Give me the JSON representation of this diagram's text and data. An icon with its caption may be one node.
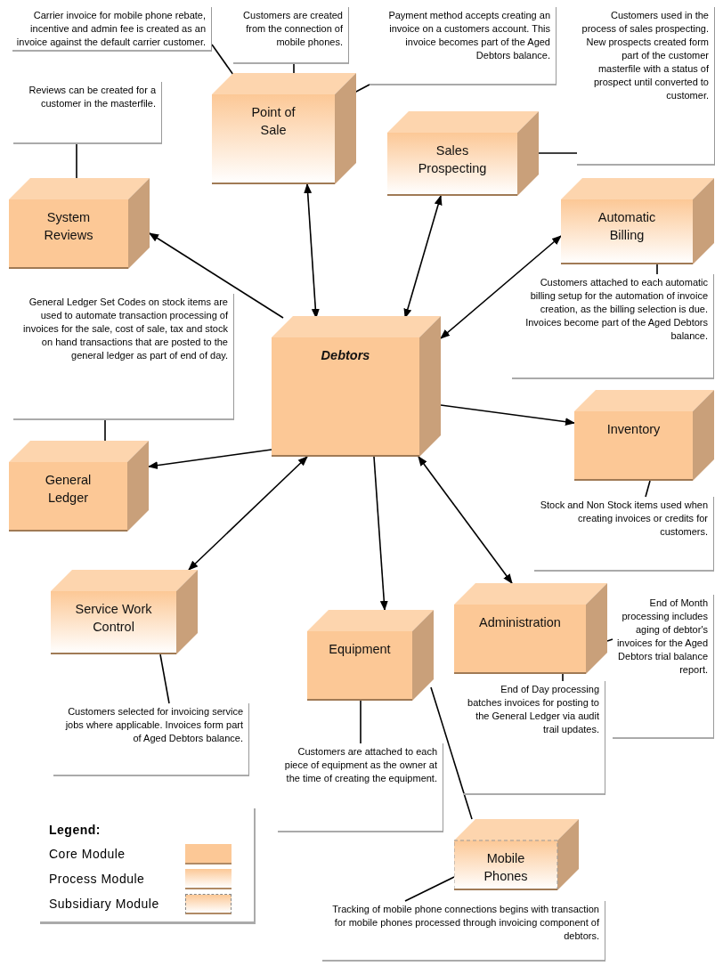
{
  "diagram": {
    "nodes": [
      {
        "text": [
          "Carrier invoice for mobile phone rebate, incentive and admin fee is created as an invoice against the default carrier customer."
        ]
      },
      {
        "text": [
          "Customers are created from the connection of mobile phones."
        ]
      },
      {
        "text": [
          "Payment method accepts creating an invoice on a customers account.  This invoice becomes part of the Aged Debtors balance."
        ]
      },
      {
        "text": [
          "Customers used in the process of sales prospecting.  New prospects created form part of the customer masterfile with a status of prospect until converted to customer."
        ]
      },
      {
        "text": [
          "Point of Sale"
        ]
      },
      {
        "text": [
          "Sales Prospecting"
        ]
      },
      {
        "text": [
          "Reviews can be created for a customer in the masterfile."
        ]
      },
      {
        "text": [
          "System Reviews"
        ]
      },
      {
        "text": [
          "Automatic Billing"
        ]
      },
      {
        "text": [
          "General Ledger Set Codes on stock items are used to automate transaction processing of invoices for the sale, cost of sale, tax and stock on hand transactions that are posted to the general ledger as part of end of day."
        ]
      },
      {
        "text": [
          "Debtors"
        ]
      },
      {
        "text": [
          "Customers attached to each automatic billing setup for the automation of invoice creation, as the billing selection is due. Invoices become part of the Aged Debtors balance."
        ]
      },
      {
        "text": [
          "Inventory"
        ]
      },
      {
        "text": [
          "General Ledger"
        ]
      },
      {
        "text": [
          "Stock and Non Stock items used when creating invoices or credits for customers."
        ]
      },
      {
        "text": [
          "Service Work Control"
        ]
      },
      {
        "text": [
          "Administration"
        ]
      },
      {
        "text": [
          "End of Month processing includes aging of debtor's invoices for the Aged Debtors trial balance report."
        ]
      },
      {
        "text": [
          "Equipment"
        ]
      },
      {
        "text": [
          "Customers selected for invoicing service jobs where applicable. Invoices form part of Aged Debtors balance."
        ]
      },
      {
        "text": [
          "End of Day processing batches invoices for posting to the General Ledger via audit trail updates."
        ]
      },
      {
        "text": [
          "Customers are attached to each piece of equipment as the owner at the time of creating the equipment."
        ]
      },
      {
        "text": [
          "Mobile Phones"
        ]
      },
      {
        "text": [
          "Tracking of mobile phone connections begins with transaction for mobile phones processed through invoicing component of debtors."
        ]
      }
    ],
    "edges": [
      {
        "from": 10,
        "to": 7,
        "arrow": "to"
      },
      {
        "from": 10,
        "to": 4,
        "arrow": "both"
      },
      {
        "from": 10,
        "to": 5,
        "arrow": "both"
      },
      {
        "from": 10,
        "to": 8,
        "arrow": "both"
      },
      {
        "from": 10,
        "to": 12,
        "arrow": "to"
      },
      {
        "from": 10,
        "to": 13,
        "arrow": "to"
      },
      {
        "from": 10,
        "to": 15,
        "arrow": "both"
      },
      {
        "from": 10,
        "to": 18,
        "arrow": "to"
      },
      {
        "from": 10,
        "to": 16,
        "arrow": "both"
      },
      {
        "from": 0,
        "to": 4,
        "arrow": "none"
      },
      {
        "from": 1,
        "to": 4,
        "arrow": "none"
      },
      {
        "from": 2,
        "to": 4,
        "arrow": "none"
      },
      {
        "from": 3,
        "to": 5,
        "arrow": "none"
      },
      {
        "from": 6,
        "to": 7,
        "arrow": "none"
      },
      {
        "from": 9,
        "to": 13,
        "arrow": "none"
      },
      {
        "from": 11,
        "to": 8,
        "arrow": "none"
      },
      {
        "from": 14,
        "to": 12,
        "arrow": "none"
      },
      {
        "from": 19,
        "to": 15,
        "arrow": "none"
      },
      {
        "from": 17,
        "to": 16,
        "arrow": "none"
      },
      {
        "from": 20,
        "to": 16,
        "arrow": "none"
      },
      {
        "from": 21,
        "to": 18,
        "arrow": "none"
      },
      {
        "from": 18,
        "to": 22,
        "arrow": "none"
      },
      {
        "from": 23,
        "to": 22,
        "arrow": "none"
      }
    ],
    "labels": [
      "Legend:"
    ],
    "legend": [
      {
        "text": "Core Module",
        "color": "#fcc896"
      },
      {
        "text": "Process Module"
      },
      {
        "text": "Subsidiary Module"
      }
    ]
  }
}
